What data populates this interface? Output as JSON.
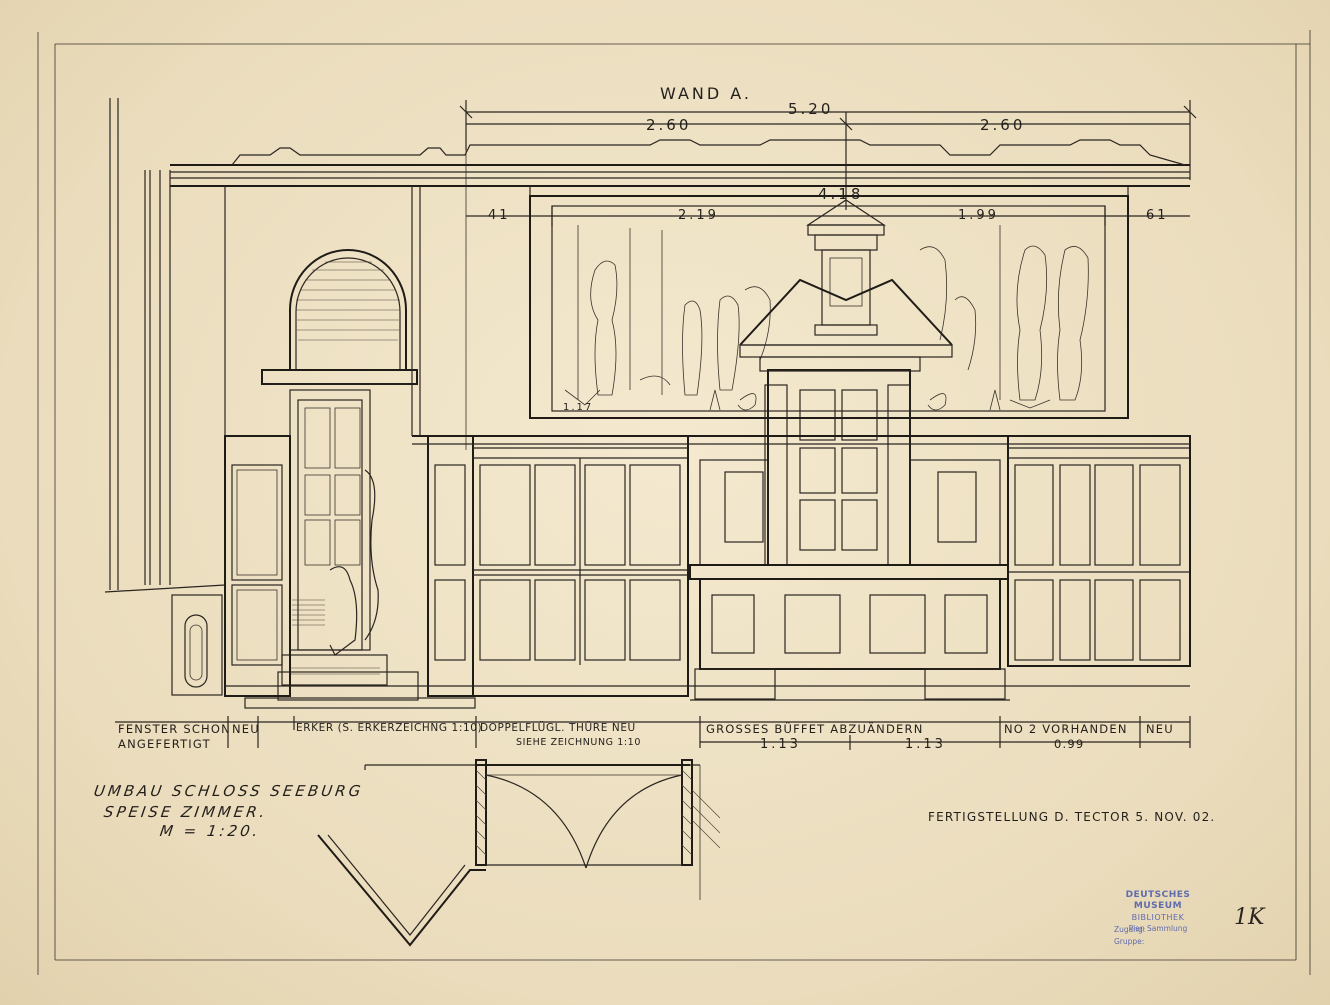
{
  "title_wall": "WAND A.",
  "dims": {
    "total": "5.20",
    "half_left": "2.60",
    "half_right": "2.60",
    "picture": "4.18",
    "seg1": "41",
    "seg2": "2.19",
    "seg3": "1.99",
    "seg4": "61",
    "small": "1.17"
  },
  "labels": {
    "l1a": "FENSTER SCHON",
    "l1b": "ANGEFERTIGT",
    "l2": "NEU",
    "l3": "ERKER (S. ERKERZEICHNG 1:10)",
    "l4a": "DOPPELFLÜGL. THÜRE NEU",
    "l4b": "SIEHE ZEICHNUNG 1:10",
    "l5": "GROSSES BÜFFET ABZUÄNDERN",
    "l5a": "1.13",
    "l5b": "1.13",
    "l6a": "NO 2 VORHANDEN",
    "l6b": "0.99",
    "l7": "NEU"
  },
  "title_block": {
    "line1": "UMBAU SCHLOSS SEEBURG",
    "line2": "SPEISE ZIMMER.",
    "line3": "M = 1:20."
  },
  "completion": "FERTIGSTELLUNG D. TECTOR 5. NOV. 02.",
  "stamp": {
    "line1": "DEUTSCHES MUSEUM",
    "line2": "BIBLIOTHEK",
    "line3": "Plan Sammlung",
    "line4": "Zugang:",
    "line5": "Gruppe:"
  },
  "sheet_number": "1K",
  "colors": {
    "paper": "#efe3c7",
    "ink": "#2a2520",
    "stamp": "#5f6cae"
  }
}
